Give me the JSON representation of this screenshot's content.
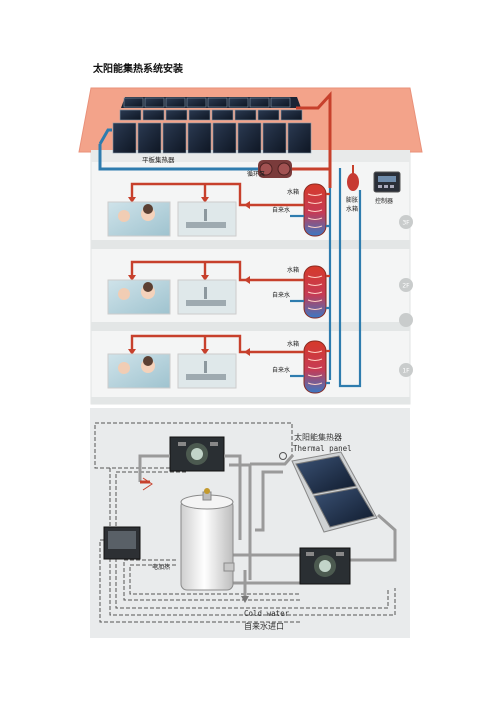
{
  "document": {
    "title": "太阳能集热系统安装"
  },
  "building_diagram": {
    "labels": {
      "collector": "平板集热器",
      "pump": "循环泵",
      "expansion_tank": [
        "膨胀",
        "水箱"
      ],
      "controller": "控制器",
      "tank": "水箱",
      "tap_water": "自来水"
    },
    "floor_badges": [
      "3F",
      "2F",
      "",
      "1F"
    ]
  },
  "thermal_diagram": {
    "title_cn": "太阳能集热器",
    "title_en": "Thermal panel",
    "heater_label": "电加热",
    "cold_water_en": "Cold water",
    "cold_water_cn": "自来水进口",
    "colors": {
      "hot": "#c7402c",
      "cold": "#2e7cae",
      "wall": "#f3a38a"
    }
  }
}
